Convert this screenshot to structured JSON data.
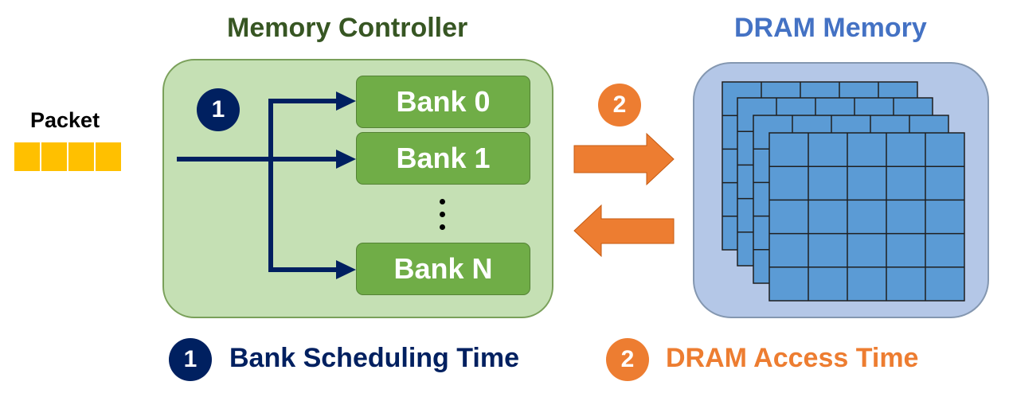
{
  "memory_controller": {
    "title": "Memory Controller",
    "banks": [
      "Bank 0",
      "Bank 1",
      "Bank N"
    ]
  },
  "dram": {
    "title": "DRAM Memory"
  },
  "packet": {
    "label": "Packet",
    "cells": 4
  },
  "markers": {
    "one": "1",
    "two": "2"
  },
  "legend": [
    {
      "number": "1",
      "text": "Bank Scheduling Time"
    },
    {
      "number": "2",
      "text": "DRAM Access Time"
    }
  ],
  "colors": {
    "controller_fill": "#c5e0b4",
    "bank_fill": "#70ad47",
    "dram_fill": "#b4c7e7",
    "grid_cell": "#5b9bd5",
    "navy": "#002060",
    "orange": "#ed7d31",
    "packet": "#ffc000"
  }
}
